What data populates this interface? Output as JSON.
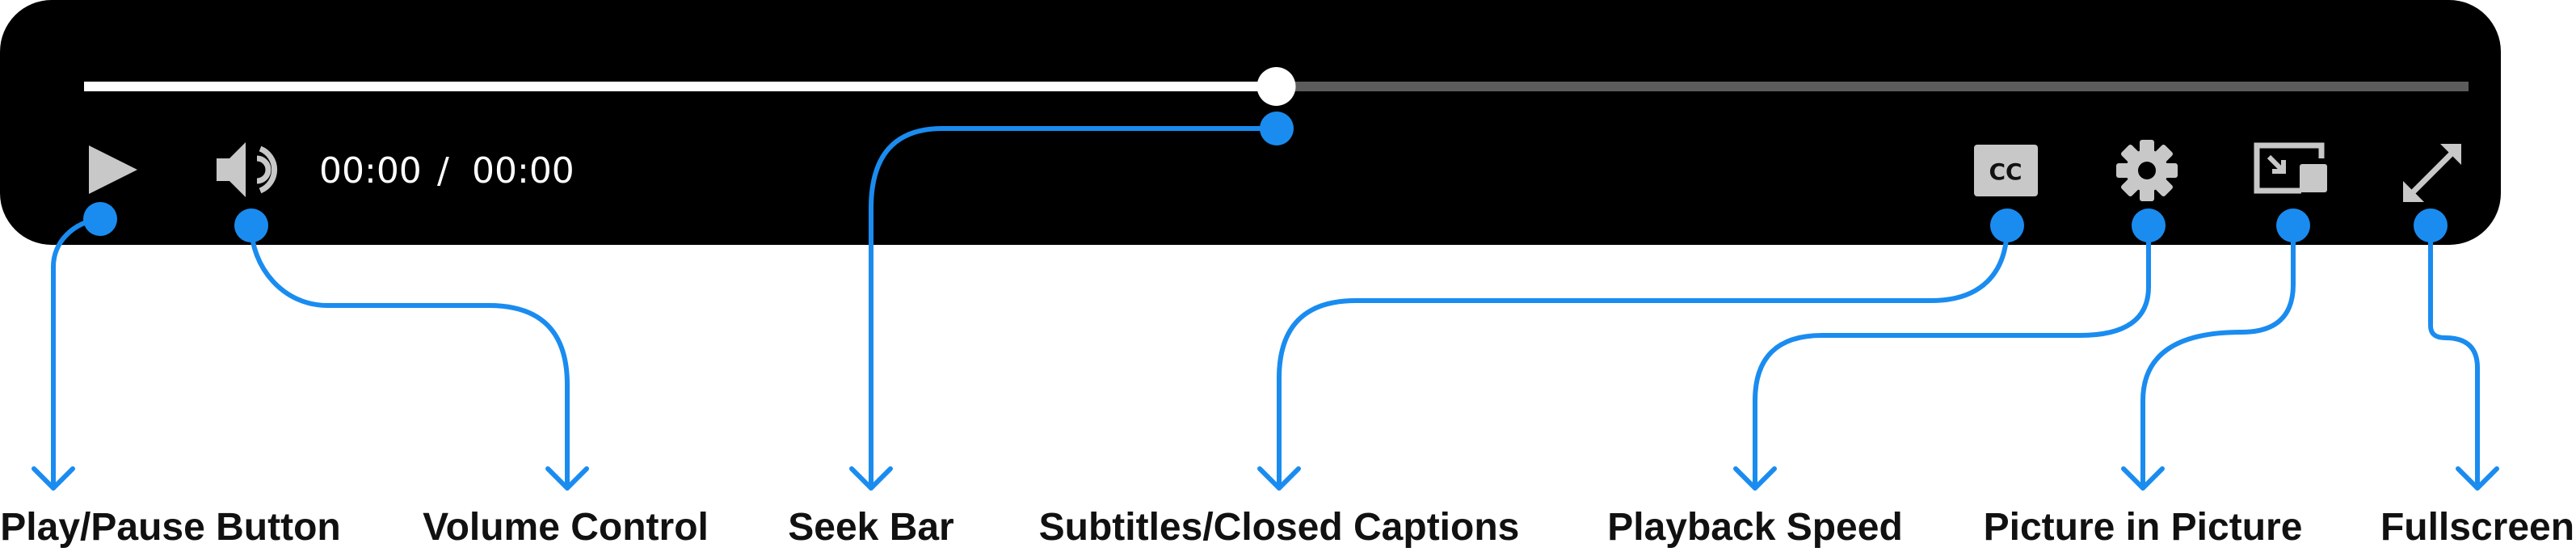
{
  "player": {
    "time_current": "00:00",
    "time_separator": "/",
    "time_total": "00:00",
    "seek_progress": 0.5,
    "cc_badge": "CC",
    "icons": {
      "play": "play-icon",
      "volume": "speaker-volume-icon",
      "cc": "closed-captions-icon",
      "settings": "gear-icon",
      "pip": "picture-in-picture-icon",
      "fullscreen": "fullscreen-expand-icon"
    }
  },
  "labels": {
    "play_pause": "Play/Pause Button",
    "volume": "Volume Control",
    "seek": "Seek Bar",
    "subtitles": "Subtitles/Closed Captions",
    "speed": "Playback Speed",
    "pip": "Picture in Picture",
    "fullscreen": "Fullscreen"
  },
  "colors": {
    "player_bg": "#000000",
    "seek_played": "#ffffff",
    "seek_remaining": "#5c5c5c",
    "icon": "#c8c8c8",
    "time_text": "#ffffff",
    "annotation": "#1a8cf0",
    "label_text": "#111111"
  }
}
